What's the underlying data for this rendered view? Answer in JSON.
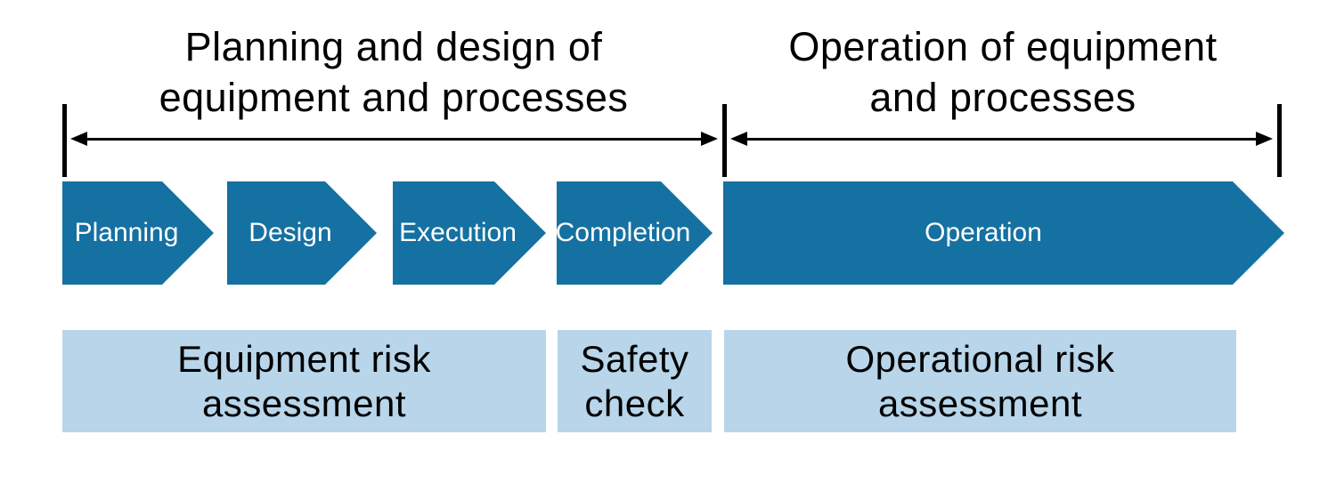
{
  "colors": {
    "step_blue": "#1571A1",
    "assessment_light_blue": "#B8D5EA",
    "line_black": "#000000",
    "heading_text": "#000000",
    "step_text": "#FFFFFF"
  },
  "phases": {
    "left": {
      "line1": "Planning and design of",
      "line2": "equipment and processes"
    },
    "right": {
      "line1": "Operation of equipment",
      "line2": "and processes"
    }
  },
  "steps": [
    {
      "label": "Planning"
    },
    {
      "label": "Design"
    },
    {
      "label": "Execution"
    },
    {
      "label": "Completion"
    },
    {
      "label": "Operation"
    }
  ],
  "assessments": [
    {
      "line1": "Equipment risk",
      "line2": "assessment"
    },
    {
      "line1": "Safety",
      "line2": "check"
    },
    {
      "line1": "Operational risk",
      "line2": "assessment"
    }
  ]
}
